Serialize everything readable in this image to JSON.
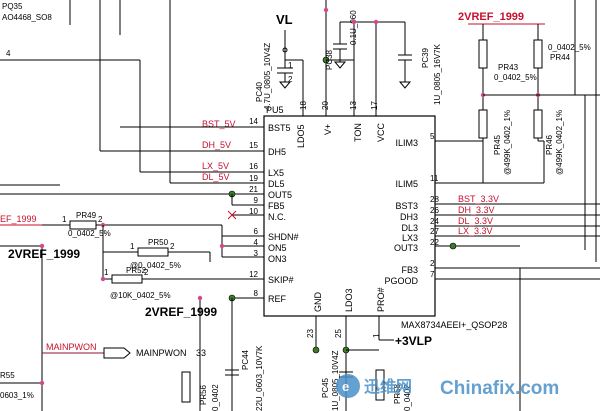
{
  "ic": {
    "ref": "PU5",
    "part": "MAX8734AEEI+_QSOP28",
    "left_pins": [
      {
        "name": "BST5",
        "num": "14"
      },
      {
        "name": "DH5",
        "num": "15"
      },
      {
        "name": "LX5",
        "num": "16"
      },
      {
        "name": "DL5",
        "num": "19"
      },
      {
        "name": "OUT5",
        "num": "21"
      },
      {
        "name": "FB5",
        "num": "9"
      },
      {
        "name": "N.C.",
        "num": "10"
      },
      {
        "name": "SHDN#",
        "num": "6"
      },
      {
        "name": "ON5",
        "num": "4"
      },
      {
        "name": "ON3",
        "num": "3"
      },
      {
        "name": "SKIP#",
        "num": "12"
      },
      {
        "name": "REF",
        "num": "8"
      }
    ],
    "right_pins": [
      {
        "name": "ILIM3",
        "num": "5"
      },
      {
        "name": "ILIM5",
        "num": "11"
      },
      {
        "name": "BST3",
        "num": "28"
      },
      {
        "name": "DH3",
        "num": "26"
      },
      {
        "name": "DL3",
        "num": "24"
      },
      {
        "name": "LX3",
        "num": "27"
      },
      {
        "name": "OUT3",
        "num": "22"
      },
      {
        "name": "FB3",
        "num": "2"
      },
      {
        "name": "PGOOD",
        "num": "7"
      }
    ],
    "top_pins": [
      {
        "name": "LDO5",
        "num": "18"
      },
      {
        "name": "V+",
        "num": "20"
      },
      {
        "name": "TON",
        "num": "13"
      },
      {
        "name": "VCC",
        "num": "17"
      }
    ],
    "bottom_pins": [
      {
        "name": "GND",
        "num": "23"
      },
      {
        "name": "LDO3",
        "num": "25"
      },
      {
        "name": "PRO#",
        "num": "1"
      }
    ]
  },
  "nets": {
    "bst_5v": "BST_5V",
    "dh_5v": "DH_5V",
    "lx_5v": "LX_5V",
    "dl_5v": "DL_5V",
    "bst_3v3": "BST_3.3V",
    "dh_3v3": "DH_3.3V",
    "dl_3v3": "DL_3.3V",
    "lx_3v3": "LX_3.3V",
    "vref_top": "2VREF_1999",
    "vref_left_red": "EF_1999",
    "vref_left": "2VREF_1999",
    "vref_mid": "2VREF_1999",
    "mainpwon": "MAINPWON",
    "mainpwon_out": "MAINPWON",
    "mainpwon_sheet": "33",
    "vl": "VL",
    "v3vlp": "+3VLP"
  },
  "components": {
    "pq35_ref": "PQ35",
    "pq35_part": "AO4468_SO8",
    "pc40_ref": "PC40",
    "pc40_val": "4.7U_0805_10V4Z",
    "pc38_ref": "PC38",
    "pc38_val": "0.1U_060",
    "pc39_ref": "PC39",
    "pc39_val": "1U_0805_16V7K",
    "pr43_ref": "PR43",
    "pr43_val": "0_0402_5%",
    "pr44_ref": "PR44",
    "pr44_val": "0_0402_5%",
    "pr45_ref": "PR45",
    "pr45_val": "@499K_0402_1%",
    "pr46_ref": "PR46",
    "pr46_val": "@499K_0402_1%",
    "pr49_ref": "PR49",
    "pr49_val": "0_0402_5%",
    "pr50_ref": "PR50",
    "pr50_val": "@0_0402_5%",
    "pr52_ref": "PR52",
    "pr52_val": "@10K_0402_5%",
    "pr55_ref": "R55",
    "pr55_val": "0603_1%",
    "pr56_ref": "PR56",
    "pr56_val": "0_0402",
    "pc44_ref": "PC44",
    "pc44_val": "22U_0603_10V7K",
    "pc45_ref": "PC45",
    "pc45_val": "1U_0805_10V4Z",
    "pr57_ref": "PR57",
    "pr58_ref": "PR58",
    "pr58_val": "0_0402",
    "misc_4": "4",
    "cap_1": "1",
    "cap_2": "2"
  },
  "watermark": {
    "cn": "迅维网",
    "en": "Chinafix.com"
  }
}
